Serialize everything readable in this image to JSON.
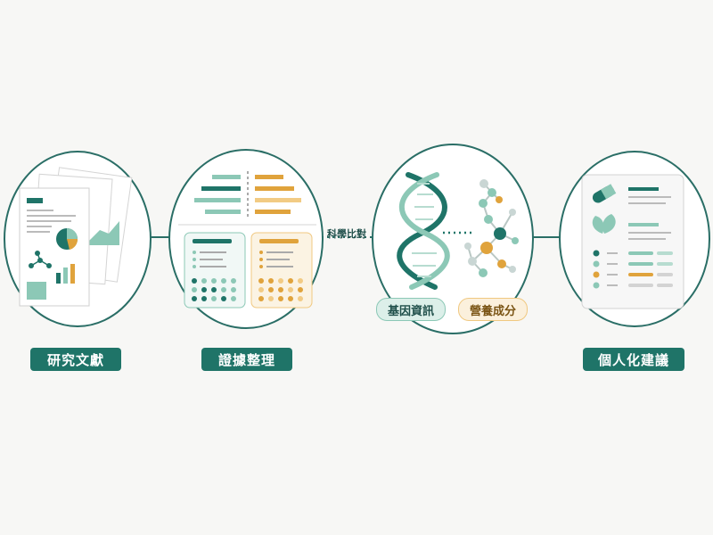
{
  "stages": [
    {
      "label": "研究文獻"
    },
    {
      "label": "證據整理"
    },
    {
      "label": "個人化建議"
    }
  ],
  "connector": {
    "label": "科學比對"
  },
  "tags": {
    "gene": "基因資訊",
    "nutrient": "營養成分"
  },
  "colors": {
    "teal": "#1f7468",
    "teal_light": "#8cc8b6",
    "amber": "#e0a33c",
    "line": "#2a6e66"
  }
}
